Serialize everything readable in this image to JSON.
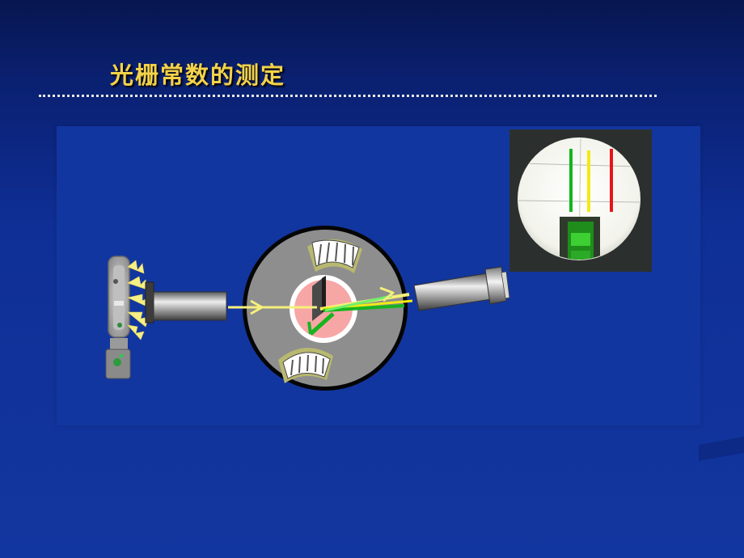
{
  "slide": {
    "title": "光栅常数的测定"
  },
  "colors": {
    "background": "#12369f",
    "title": "#f3d24a",
    "light_beam": "#f5f07a",
    "line_green": "#15b51e",
    "line_yellow": "#f2ea14",
    "line_red": "#e4161a"
  },
  "diagram": {
    "components": [
      "light-source-lamp",
      "collimator-tube",
      "spectrometer-table",
      "grating",
      "telescope",
      "eyepiece-view"
    ],
    "spectral_lines": [
      "green",
      "yellow",
      "red"
    ]
  }
}
